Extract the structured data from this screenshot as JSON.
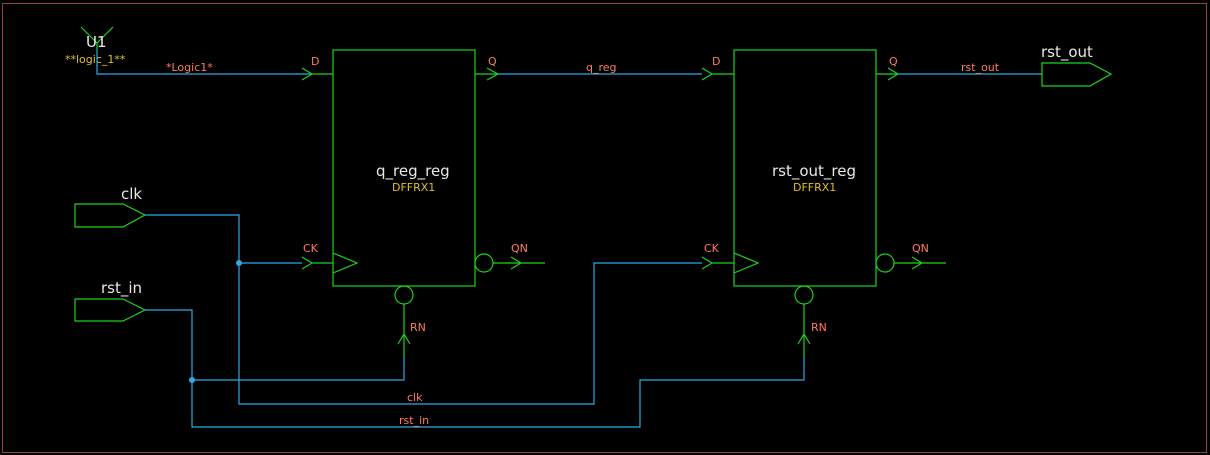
{
  "colors": {
    "background": "#000000",
    "symbol": "#1ed21e",
    "wire": "#2ca9e6",
    "pin_text": "#ff7b61",
    "cell_text": "#e0c020",
    "label_text": "#e8e8e8",
    "frame": "#a03c3c"
  },
  "tie_cell": {
    "instance": "U1",
    "cell": "**logic_1**",
    "net": "*Logic1*"
  },
  "flops": [
    {
      "instance": "q_reg_reg",
      "cell": "DFFRX1",
      "pins": {
        "d": "D",
        "q": "Q",
        "ck": "CK",
        "qn": "QN",
        "rn": "RN"
      }
    },
    {
      "instance": "rst_out_reg",
      "cell": "DFFRX1",
      "pins": {
        "d": "D",
        "q": "Q",
        "ck": "CK",
        "qn": "QN",
        "rn": "RN"
      }
    }
  ],
  "ports": {
    "inputs": [
      "clk",
      "rst_in"
    ],
    "outputs": [
      "rst_out"
    ]
  },
  "nets": {
    "q_reg": "q_reg",
    "rst_out": "rst_out",
    "clk": "clk",
    "rst_in": "rst_in"
  }
}
